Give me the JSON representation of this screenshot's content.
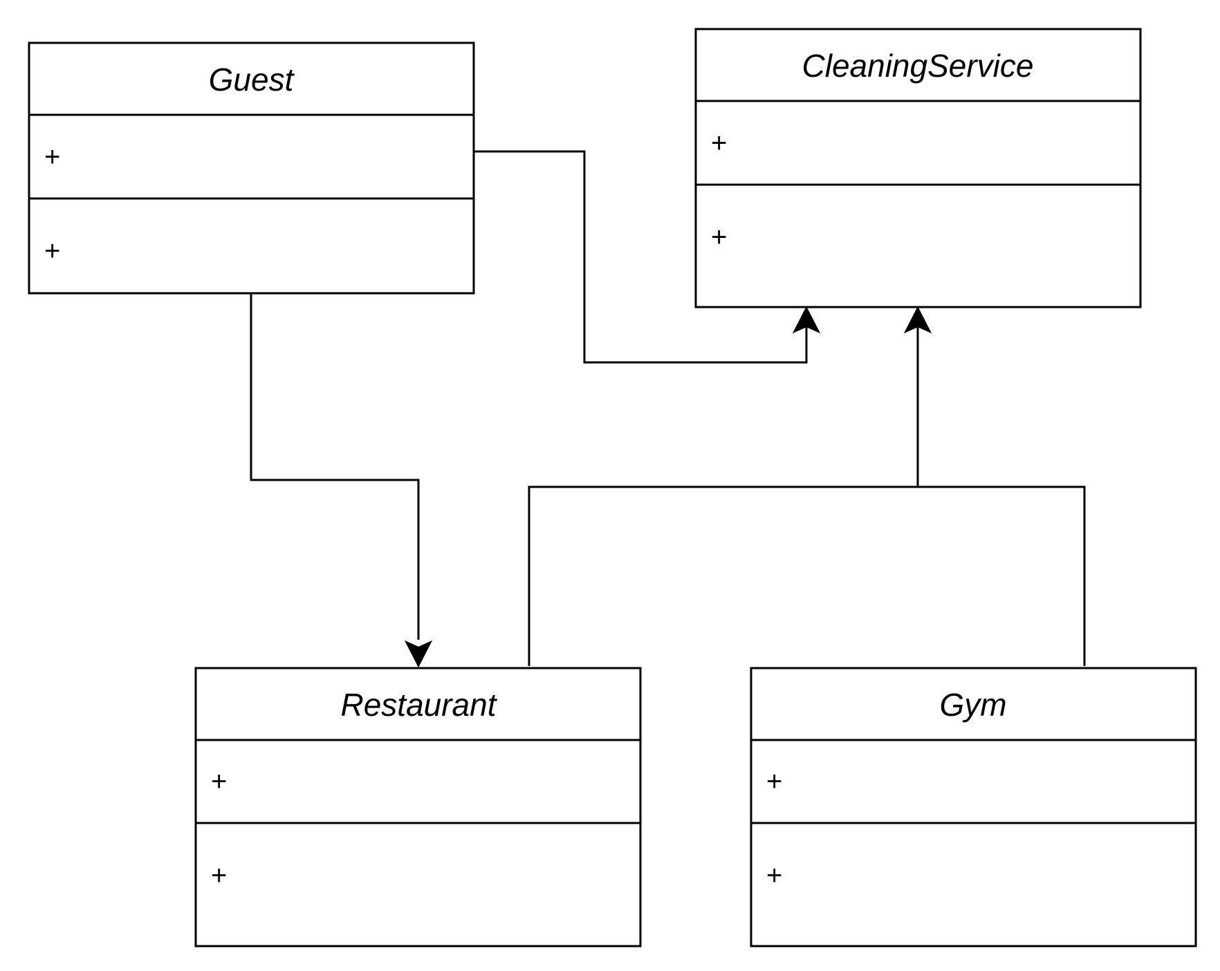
{
  "diagram": {
    "type": "uml-class-diagram",
    "classes": [
      {
        "id": "guest",
        "name": "Guest",
        "attributes": [
          "+"
        ],
        "methods": [
          "+"
        ]
      },
      {
        "id": "cleaning",
        "name": "CleaningService",
        "attributes": [
          "+"
        ],
        "methods": [
          "+"
        ]
      },
      {
        "id": "restaurant",
        "name": "Restaurant",
        "attributes": [
          "+"
        ],
        "methods": [
          "+"
        ]
      },
      {
        "id": "gym",
        "name": "Gym",
        "attributes": [
          "+"
        ],
        "methods": [
          "+"
        ]
      }
    ],
    "relationships": [
      {
        "from": "guest",
        "to": "cleaning",
        "type": "association"
      },
      {
        "from": "guest",
        "to": "restaurant",
        "type": "association"
      },
      {
        "from": "restaurant",
        "to": "cleaning",
        "type": "association"
      },
      {
        "from": "gym",
        "to": "cleaning",
        "type": "association"
      }
    ]
  },
  "colors": {
    "stroke": "#000000",
    "fill": "#ffffff",
    "background": "#ffffff"
  }
}
